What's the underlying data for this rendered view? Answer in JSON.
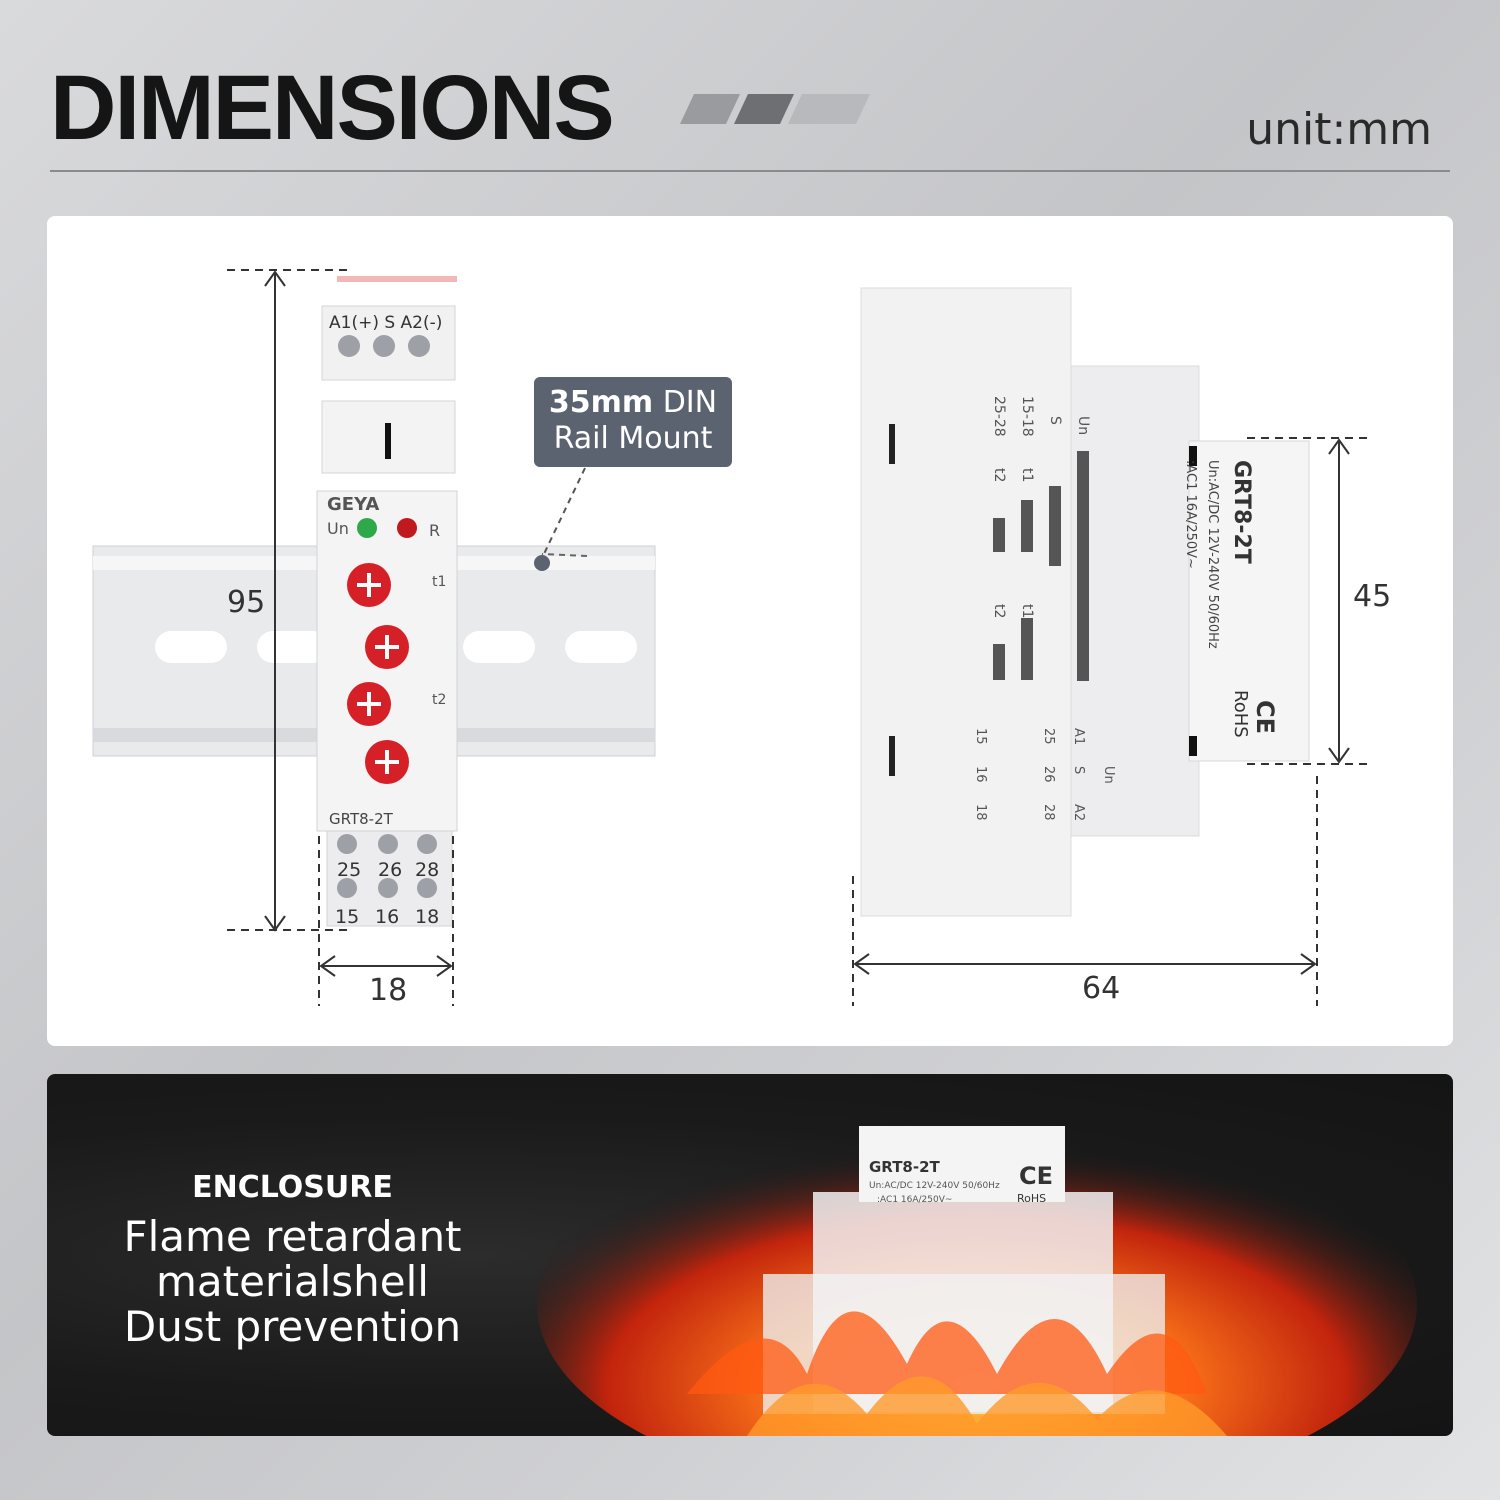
{
  "header": {
    "title": "DIMENSIONS",
    "unit": "unit:mm"
  },
  "callout": {
    "bold": "35mm",
    "rest1": " DIN",
    "line2": "Rail Mount"
  },
  "dimensions": {
    "height": "95",
    "width": "18",
    "depth": "64",
    "front_height": "45"
  },
  "front_view": {
    "top_terminals": "A1(+) S A2(-)",
    "brand": "GEYA",
    "led_un": "Un",
    "led_r": "R",
    "dial_t1": "t1",
    "dial_t2": "t2",
    "model": "GRT8-2T",
    "terminals_row1": [
      "25",
      "26",
      "28"
    ],
    "terminals_row2": [
      "15",
      "16",
      "18"
    ]
  },
  "side_view": {
    "model": "GRT8-2T",
    "spec1": "Un:AC/DC 12V-240V 50/60Hz",
    "spec2": ":AC1 16A/250V~",
    "ce": "CE",
    "rohs": "RoHS",
    "timing_labels": [
      "Un",
      "S",
      "15-18",
      "25-28"
    ],
    "timing_t": [
      "t1",
      "t2",
      "t1",
      "t2"
    ],
    "wiring": [
      "A1",
      "S",
      "A2",
      "Un",
      "25",
      "26",
      "28",
      "15",
      "16",
      "18"
    ]
  },
  "enclosure": {
    "heading": "ENCLOSURE",
    "lines": [
      "Flame retardant",
      "materialshell",
      "Dust prevention"
    ]
  },
  "fire_image": {
    "model": "GRT8-2T",
    "spec1": "Un:AC/DC 12V-240V 50/60Hz",
    "spec2": ":AC1 16A/250V~",
    "ce": "CE",
    "rohs": "RoHS"
  }
}
